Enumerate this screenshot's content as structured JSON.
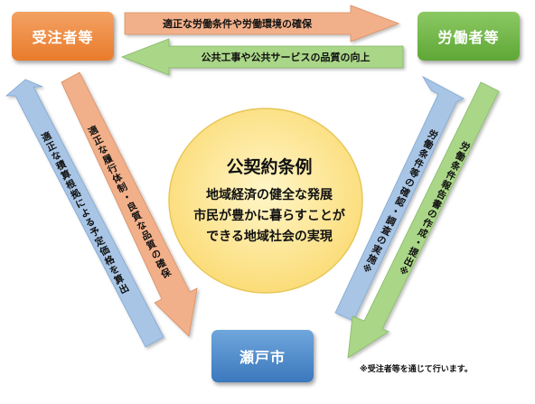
{
  "nodes": {
    "contractor": {
      "label": "受注者等",
      "color": "#ef8a3c"
    },
    "worker": {
      "label": "労働者等",
      "color": "#6fb843"
    },
    "city": {
      "label": "瀬戸市",
      "color": "#4a88c8"
    }
  },
  "arrows": {
    "top_right": "適正な労働条件や労働環境の確保",
    "top_left": "公共工事や公共サービスの品質の向上",
    "left_outer": "適正な積算根拠による予定価格を算出",
    "left_inner": "適正な履行体制・良質な品質の確保",
    "right_inner": "労働条件等の確認・調査の実施※",
    "right_outer": "労働条件報告書の作成・提出※"
  },
  "center": {
    "title": "公契約条例",
    "line1": "地域経済の健全な発展",
    "line2": "市民が豊かに暮らすことが",
    "line3": "できる地域社会の実現"
  },
  "footnote": "※受注者等を通じて行います。",
  "colors": {
    "orange_arrow": "#f2b08a",
    "green_arrow": "#aad688",
    "blue_arrow": "#a8c5e6",
    "circle_fill": "#fde79a"
  }
}
